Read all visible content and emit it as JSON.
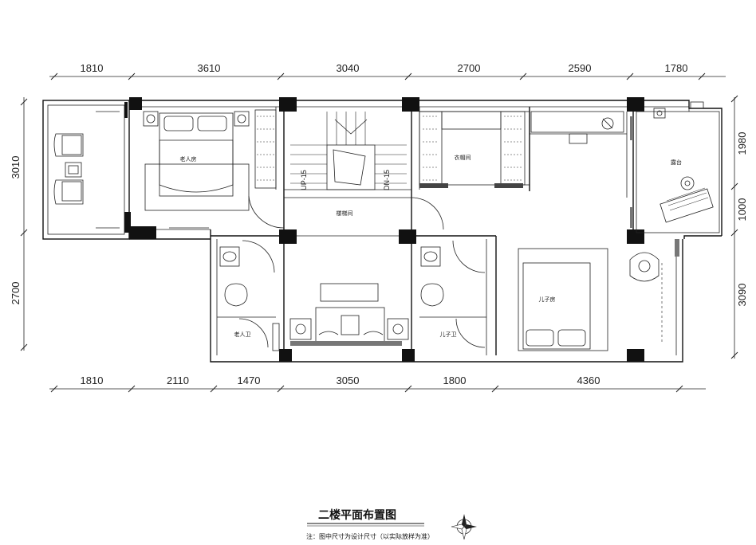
{
  "dimensions": {
    "top": [
      "1810",
      "3610",
      "3040",
      "2700",
      "2590",
      "1780"
    ],
    "bottom": [
      "1810",
      "2110",
      "1470",
      "3050",
      "1800",
      "4360"
    ],
    "left": [
      "3010",
      "2700"
    ],
    "right": [
      "1980",
      "1000",
      "3090"
    ]
  },
  "rooms": {
    "elder_bedroom": "老人房",
    "cloakroom": "衣帽间",
    "stairwell": "楼梯间",
    "terrace": "露台",
    "son_bedroom": "儿子房",
    "elder_bath": "老人卫",
    "son_bath": "儿子卫"
  },
  "stairs": {
    "up": "UP-15",
    "down": "DN-15"
  },
  "title": "二楼平面布置图",
  "note": "注：图中尺寸为设计尺寸（以实际放样为准）"
}
